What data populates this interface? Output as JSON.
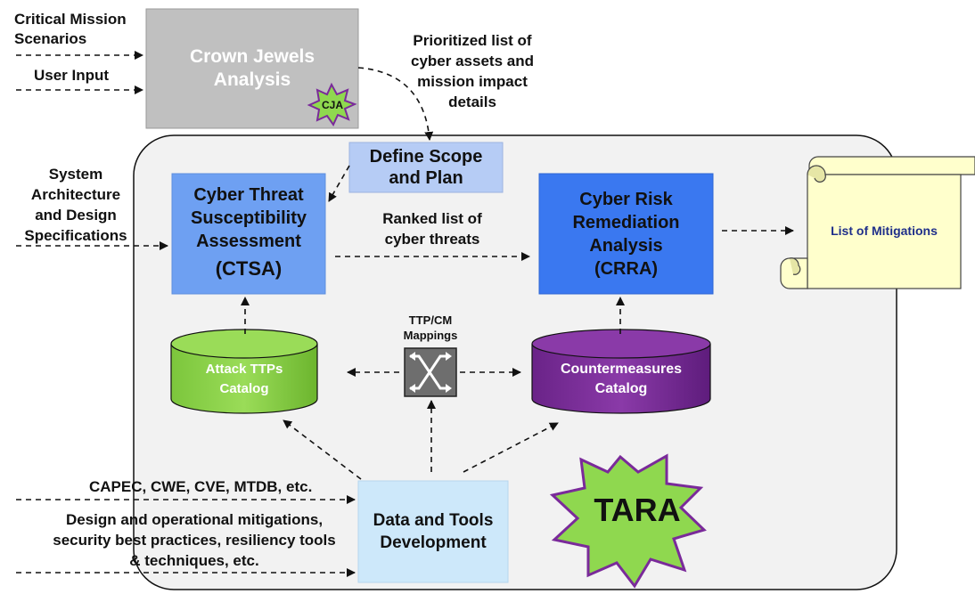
{
  "inputs": {
    "critical_mission": "Critical Mission\nScenarios",
    "user_input": "User Input",
    "system_arch": "System\nArchitecture\nand Design\nSpecifications",
    "capec": "CAPEC, CWE, CVE, MTDB, etc.",
    "design_ops": "Design and operational mitigations,\nsecurity best practices, resiliency tools\n& techniques, etc."
  },
  "cja": {
    "title": "Crown Jewels\nAnalysis",
    "badge": "CJA"
  },
  "prioritized": "Prioritized list of\ncyber assets and\nmission impact\ndetails",
  "scope": "Define Scope\nand Plan",
  "ctsa": {
    "title": "Cyber Threat\nSusceptibility\nAssessment",
    "abbr": "(CTSA)"
  },
  "ranked": "Ranked list of\ncyber threats",
  "crra": {
    "title": "Cyber Risk\nRemediation\nAnalysis\n(CRRA)"
  },
  "mitigations": "List of Mitigations",
  "attack_catalog": "Attack TTPs\nCatalog",
  "ttp_cm": "TTP/CM\nMappings",
  "cm_catalog": "Countermeasures\nCatalog",
  "data_tools": "Data and Tools\nDevelopment",
  "tara": "TARA",
  "colors": {
    "cja_fill": "#c0c0c0",
    "scope_fill": "#b6ccf5",
    "ctsa_fill": "#6ea0f2",
    "crra_fill": "#3a78f0",
    "attack_fill": "#8ed24a",
    "cm_fill": "#7e2e9b",
    "data_fill": "#cde8fa",
    "tara_fill": "#8fd84f",
    "scroll_fill": "#ffffcc",
    "panel_fill": "#f2f2f2"
  }
}
